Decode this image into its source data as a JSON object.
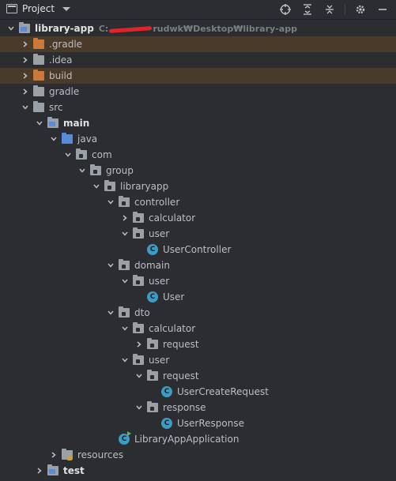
{
  "toolbar": {
    "title": "Project",
    "icons": [
      "crosshair-icon",
      "expand-all-icon",
      "collapse-all-icon",
      "gear-icon",
      "minimize-icon"
    ]
  },
  "colors": {
    "background": "#2b2d30",
    "highlight_row": "#4a3a2a",
    "excluded_folder": "#c97a3a",
    "source_folder": "#5a8bd6",
    "class_icon": "#3d9bc4"
  },
  "tree": {
    "root_label": "library-app",
    "root_path_prefix": "C:",
    "root_path_suffix": "rudwk₩Desktop₩library-app",
    "items": [
      {
        "label": "library-app",
        "depth": 0,
        "expanded": true,
        "icon": "module",
        "bold": true,
        "highlight": false
      },
      {
        "label": ".gradle",
        "depth": 1,
        "expanded": false,
        "icon": "folder-orange",
        "bold": false,
        "highlight": true
      },
      {
        "label": ".idea",
        "depth": 1,
        "expanded": false,
        "icon": "folder",
        "bold": false,
        "highlight": false
      },
      {
        "label": "build",
        "depth": 1,
        "expanded": false,
        "icon": "folder-orange",
        "bold": false,
        "highlight": true
      },
      {
        "label": "gradle",
        "depth": 1,
        "expanded": false,
        "icon": "folder",
        "bold": false,
        "highlight": false
      },
      {
        "label": "src",
        "depth": 1,
        "expanded": true,
        "icon": "folder",
        "bold": false,
        "highlight": false
      },
      {
        "label": "main",
        "depth": 2,
        "expanded": true,
        "icon": "module-folder",
        "bold": true,
        "highlight": false
      },
      {
        "label": "java",
        "depth": 3,
        "expanded": true,
        "icon": "folder-blue",
        "bold": false,
        "highlight": false
      },
      {
        "label": "com",
        "depth": 4,
        "expanded": true,
        "icon": "package",
        "bold": false,
        "highlight": false
      },
      {
        "label": "group",
        "depth": 5,
        "expanded": true,
        "icon": "package",
        "bold": false,
        "highlight": false
      },
      {
        "label": "libraryapp",
        "depth": 6,
        "expanded": true,
        "icon": "package",
        "bold": false,
        "highlight": false
      },
      {
        "label": "controller",
        "depth": 7,
        "expanded": true,
        "icon": "package",
        "bold": false,
        "highlight": false
      },
      {
        "label": "calculator",
        "depth": 8,
        "expanded": false,
        "icon": "package",
        "bold": false,
        "highlight": false
      },
      {
        "label": "user",
        "depth": 8,
        "expanded": true,
        "icon": "package",
        "bold": false,
        "highlight": false
      },
      {
        "label": "UserController",
        "depth": 9,
        "expanded": null,
        "icon": "class",
        "bold": false,
        "highlight": false
      },
      {
        "label": "domain",
        "depth": 7,
        "expanded": true,
        "icon": "package",
        "bold": false,
        "highlight": false
      },
      {
        "label": "user",
        "depth": 8,
        "expanded": true,
        "icon": "package",
        "bold": false,
        "highlight": false
      },
      {
        "label": "User",
        "depth": 9,
        "expanded": null,
        "icon": "class",
        "bold": false,
        "highlight": false
      },
      {
        "label": "dto",
        "depth": 7,
        "expanded": true,
        "icon": "package",
        "bold": false,
        "highlight": false
      },
      {
        "label": "calculator",
        "depth": 8,
        "expanded": true,
        "icon": "package",
        "bold": false,
        "highlight": false
      },
      {
        "label": "request",
        "depth": 9,
        "expanded": false,
        "icon": "package",
        "bold": false,
        "highlight": false
      },
      {
        "label": "user",
        "depth": 8,
        "expanded": true,
        "icon": "package",
        "bold": false,
        "highlight": false
      },
      {
        "label": "request",
        "depth": 9,
        "expanded": true,
        "icon": "package",
        "bold": false,
        "highlight": false
      },
      {
        "label": "UserCreateRequest",
        "depth": 10,
        "expanded": null,
        "icon": "class",
        "bold": false,
        "highlight": false
      },
      {
        "label": "response",
        "depth": 9,
        "expanded": true,
        "icon": "package",
        "bold": false,
        "highlight": false
      },
      {
        "label": "UserResponse",
        "depth": 10,
        "expanded": null,
        "icon": "class",
        "bold": false,
        "highlight": false
      },
      {
        "label": "LibraryAppApplication",
        "depth": 7,
        "expanded": null,
        "icon": "app-class",
        "bold": false,
        "highlight": false
      },
      {
        "label": "resources",
        "depth": 3,
        "expanded": false,
        "icon": "resources-folder",
        "bold": false,
        "highlight": false
      },
      {
        "label": "test",
        "depth": 2,
        "expanded": false,
        "icon": "module-folder",
        "bold": true,
        "highlight": false
      }
    ]
  }
}
